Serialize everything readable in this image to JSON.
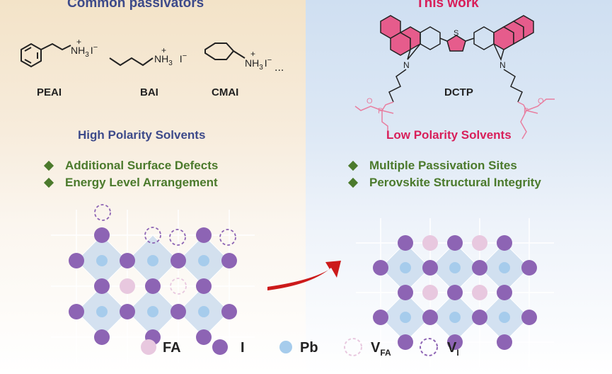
{
  "left": {
    "title": "Common passivators",
    "molecules": [
      "PEAI",
      "BAI",
      "CMAI"
    ],
    "solvent": "High Polarity Solvents",
    "bullets": [
      "Additional Surface Defects",
      "Energy Level Arrangement"
    ]
  },
  "right": {
    "title": "This work",
    "molecule": "DCTP",
    "solvent": "Low Polarity Solvents",
    "bullets": [
      "Multiple Passivation Sites",
      "Perovskite Structural Integrity"
    ]
  },
  "chem": {
    "ammonium": "NH",
    "sub3": "3",
    "iodide": "I",
    "charge_plus": "+",
    "charge_minus": "−",
    "ellipsis": "...",
    "N": "N",
    "S": "S",
    "O": "O",
    "P": "P"
  },
  "legend": {
    "fa": "FA",
    "i": "I",
    "pb": "Pb",
    "vfa_main": "V",
    "vfa_sub": "FA",
    "vi_main": "V",
    "vi_sub": "I"
  },
  "colors": {
    "fa": "#e8c8df",
    "iodine": "#8d64b4",
    "pb": "#a6ccec",
    "octahedron": "#c5d8ec",
    "arrow": "#cc1a1a",
    "carbazole": "#e65c8c",
    "phosphonate": "#e87fa0"
  }
}
